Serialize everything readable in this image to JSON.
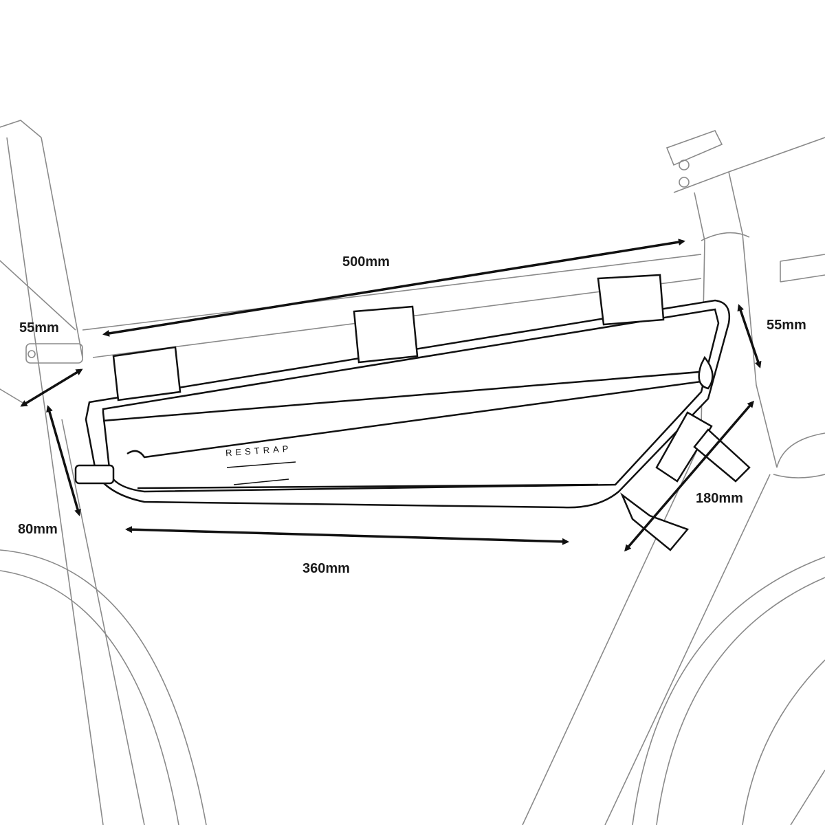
{
  "dimensions": {
    "top_length": "500mm",
    "front_height": "55mm",
    "rear_top_height": "55mm",
    "rear_height": "80mm",
    "bottom_length": "360mm",
    "down_tube_length": "180mm"
  },
  "brand": "RESTRAP",
  "colors": {
    "line": "#1a1a1a",
    "frame": "#7a7a7a",
    "background": "#ffffff"
  }
}
